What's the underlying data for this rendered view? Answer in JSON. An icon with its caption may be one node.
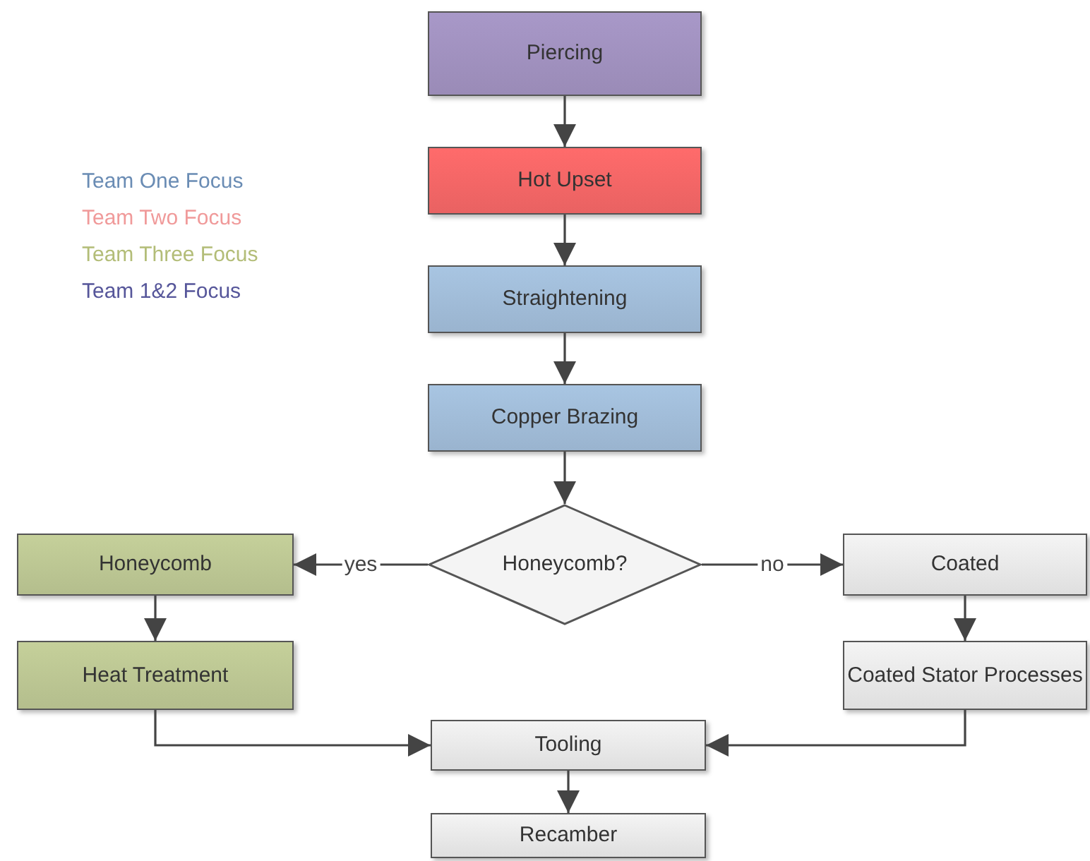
{
  "diagram": {
    "nodes": [
      {
        "text": [
          "Piercing"
        ]
      },
      {
        "text": [
          "Hot Upset"
        ]
      },
      {
        "text": [
          "Straightening"
        ]
      },
      {
        "text": [
          "Copper Brazing"
        ]
      },
      {
        "text": [
          "Honeycomb?"
        ]
      },
      {
        "text": [
          "Honeycomb"
        ]
      },
      {
        "text": [
          "Heat Treatment"
        ]
      },
      {
        "text": [
          "Coated"
        ]
      },
      {
        "text": [
          "Coated Stator Processes"
        ]
      },
      {
        "text": [
          "Tooling"
        ]
      },
      {
        "text": [
          "Recamber"
        ]
      }
    ],
    "edges": [
      {
        "from": 0,
        "to": 1,
        "arrow": "to"
      },
      {
        "from": 1,
        "to": 2,
        "arrow": "to"
      },
      {
        "from": 2,
        "to": 3,
        "arrow": "to"
      },
      {
        "from": 3,
        "to": 4,
        "arrow": "to"
      },
      {
        "from": 4,
        "to": 5,
        "arrow": "to",
        "label": "yes"
      },
      {
        "from": 4,
        "to": 7,
        "arrow": "to",
        "label": "no"
      },
      {
        "from": 5,
        "to": 6,
        "arrow": "to"
      },
      {
        "from": 7,
        "to": 8,
        "arrow": "to"
      },
      {
        "from": 6,
        "to": 9,
        "arrow": "to"
      },
      {
        "from": 8,
        "to": 9,
        "arrow": "to"
      },
      {
        "from": 9,
        "to": 10,
        "arrow": "to"
      }
    ],
    "legend": [
      {
        "text": "Team One Focus",
        "color": "#6a8cb4"
      },
      {
        "text": "Team Two Focus",
        "color": "#f09a9a"
      },
      {
        "text": "Team Three Focus",
        "color": "#b3bd78"
      },
      {
        "text": "Team 1&2 Focus",
        "color": "#56569a"
      }
    ]
  }
}
